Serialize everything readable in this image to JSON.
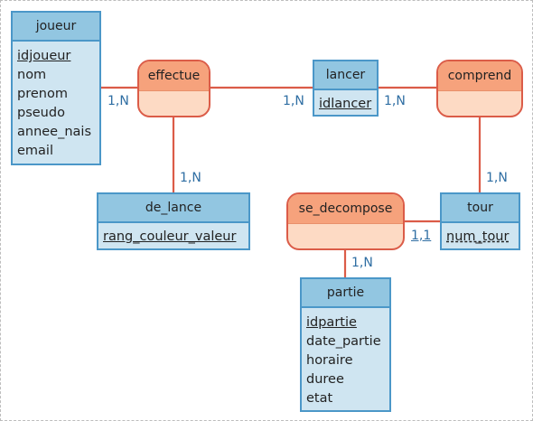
{
  "entities": {
    "joueur": {
      "name": "joueur",
      "keys": [
        "idjoueur"
      ],
      "attributes": [
        "nom",
        "prenom",
        "pseudo",
        "annee_nais",
        "email"
      ]
    },
    "lancer": {
      "name": "lancer",
      "keys": [
        "idlancer"
      ],
      "attributes": []
    },
    "de_lance": {
      "name": "de_lance",
      "keys": [
        "rang_couleur_valeur"
      ],
      "attributes": []
    },
    "tour": {
      "name": "tour",
      "keys": [
        "num_tour"
      ],
      "attributes": []
    },
    "partie": {
      "name": "partie",
      "keys": [
        "idpartie"
      ],
      "attributes": [
        "date_partie",
        "horaire",
        "duree",
        "etat"
      ]
    }
  },
  "relations": {
    "effectue": {
      "name": "effectue"
    },
    "comprend": {
      "name": "comprend"
    },
    "se_decompose": {
      "name": "se_decompose"
    }
  },
  "cardinalities": {
    "joueur_effectue": "1,N",
    "lancer_effectue": "1,N",
    "delance_effectue": "1,N",
    "lancer_comprend": "1,N",
    "tour_comprend": "1,N",
    "tour_sedecompose": "1,1",
    "partie_sedecompose": "1,N"
  },
  "colors": {
    "entity_fill": "#cfe5f1",
    "entity_header": "#92c6e1",
    "entity_border": "#4b97c8",
    "relation_fill": "#fddac4",
    "relation_header": "#f6a27c",
    "relation_border": "#db5c48",
    "link": "#db5c48",
    "cardinality": "#2f6ea3"
  }
}
